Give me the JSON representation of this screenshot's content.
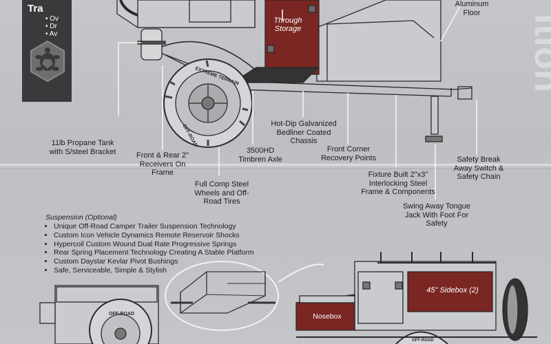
{
  "header": {
    "title_partial": "Tra",
    "side_bullets": [
      "Ov",
      "Dr",
      "Av"
    ],
    "ghost_brand": "ition"
  },
  "top_labels": {
    "aluminum_floor": "Aluminum Floor",
    "through_storage": "Through Storage"
  },
  "callouts": {
    "propane": "11lb Propane Tank with S/steel Bracket",
    "receivers": "Front & Rear 2\" Receivers On Frame",
    "wheels": "Full Comp Steel Wheels and Off-Road Tires",
    "axle": "3500HD Timbren Axle",
    "chassis": "Hot-Dip Galvanized Bedliner Coated Chassis",
    "recovery": "Front Corner Recovery Points",
    "frame": "Fixture Built 2\"x3\" Interlocking Steel Frame & Components",
    "tongue": "Swing Away Tongue Jack With Foot For Safety",
    "safety": "Safety Break Away Switch & Safety Chain"
  },
  "suspension": {
    "title": "Suspension (Optional)",
    "items": [
      "Unique Off-Road Camper Trailer Suspension Technology",
      "Custom Icon Vehicle Dynamics Remote Reservoir Shocks",
      "Hypercoil Custom Wound Dual Rate Progressive Springs",
      "Rear Spring Placement Technology Creating A Stable Platform",
      "Custom Daystar Kevlar Pivot Bushings",
      "Safe, Serviceable, Simple & Stylish"
    ]
  },
  "bottom_labels": {
    "nosebox": "Nosebox",
    "sidebox": "45\" Sidebox (2)",
    "tire_top": "OFF-ROAD",
    "tire_bottom": "OFF-ROAD"
  },
  "tire_text": {
    "extreme": "EXTREME TERRAIN",
    "offroad": "OFF-ROAD"
  },
  "colors": {
    "accent_red": "#7a2622",
    "panel_dark": "#3a3a3c",
    "line": "#2a2a2a"
  }
}
